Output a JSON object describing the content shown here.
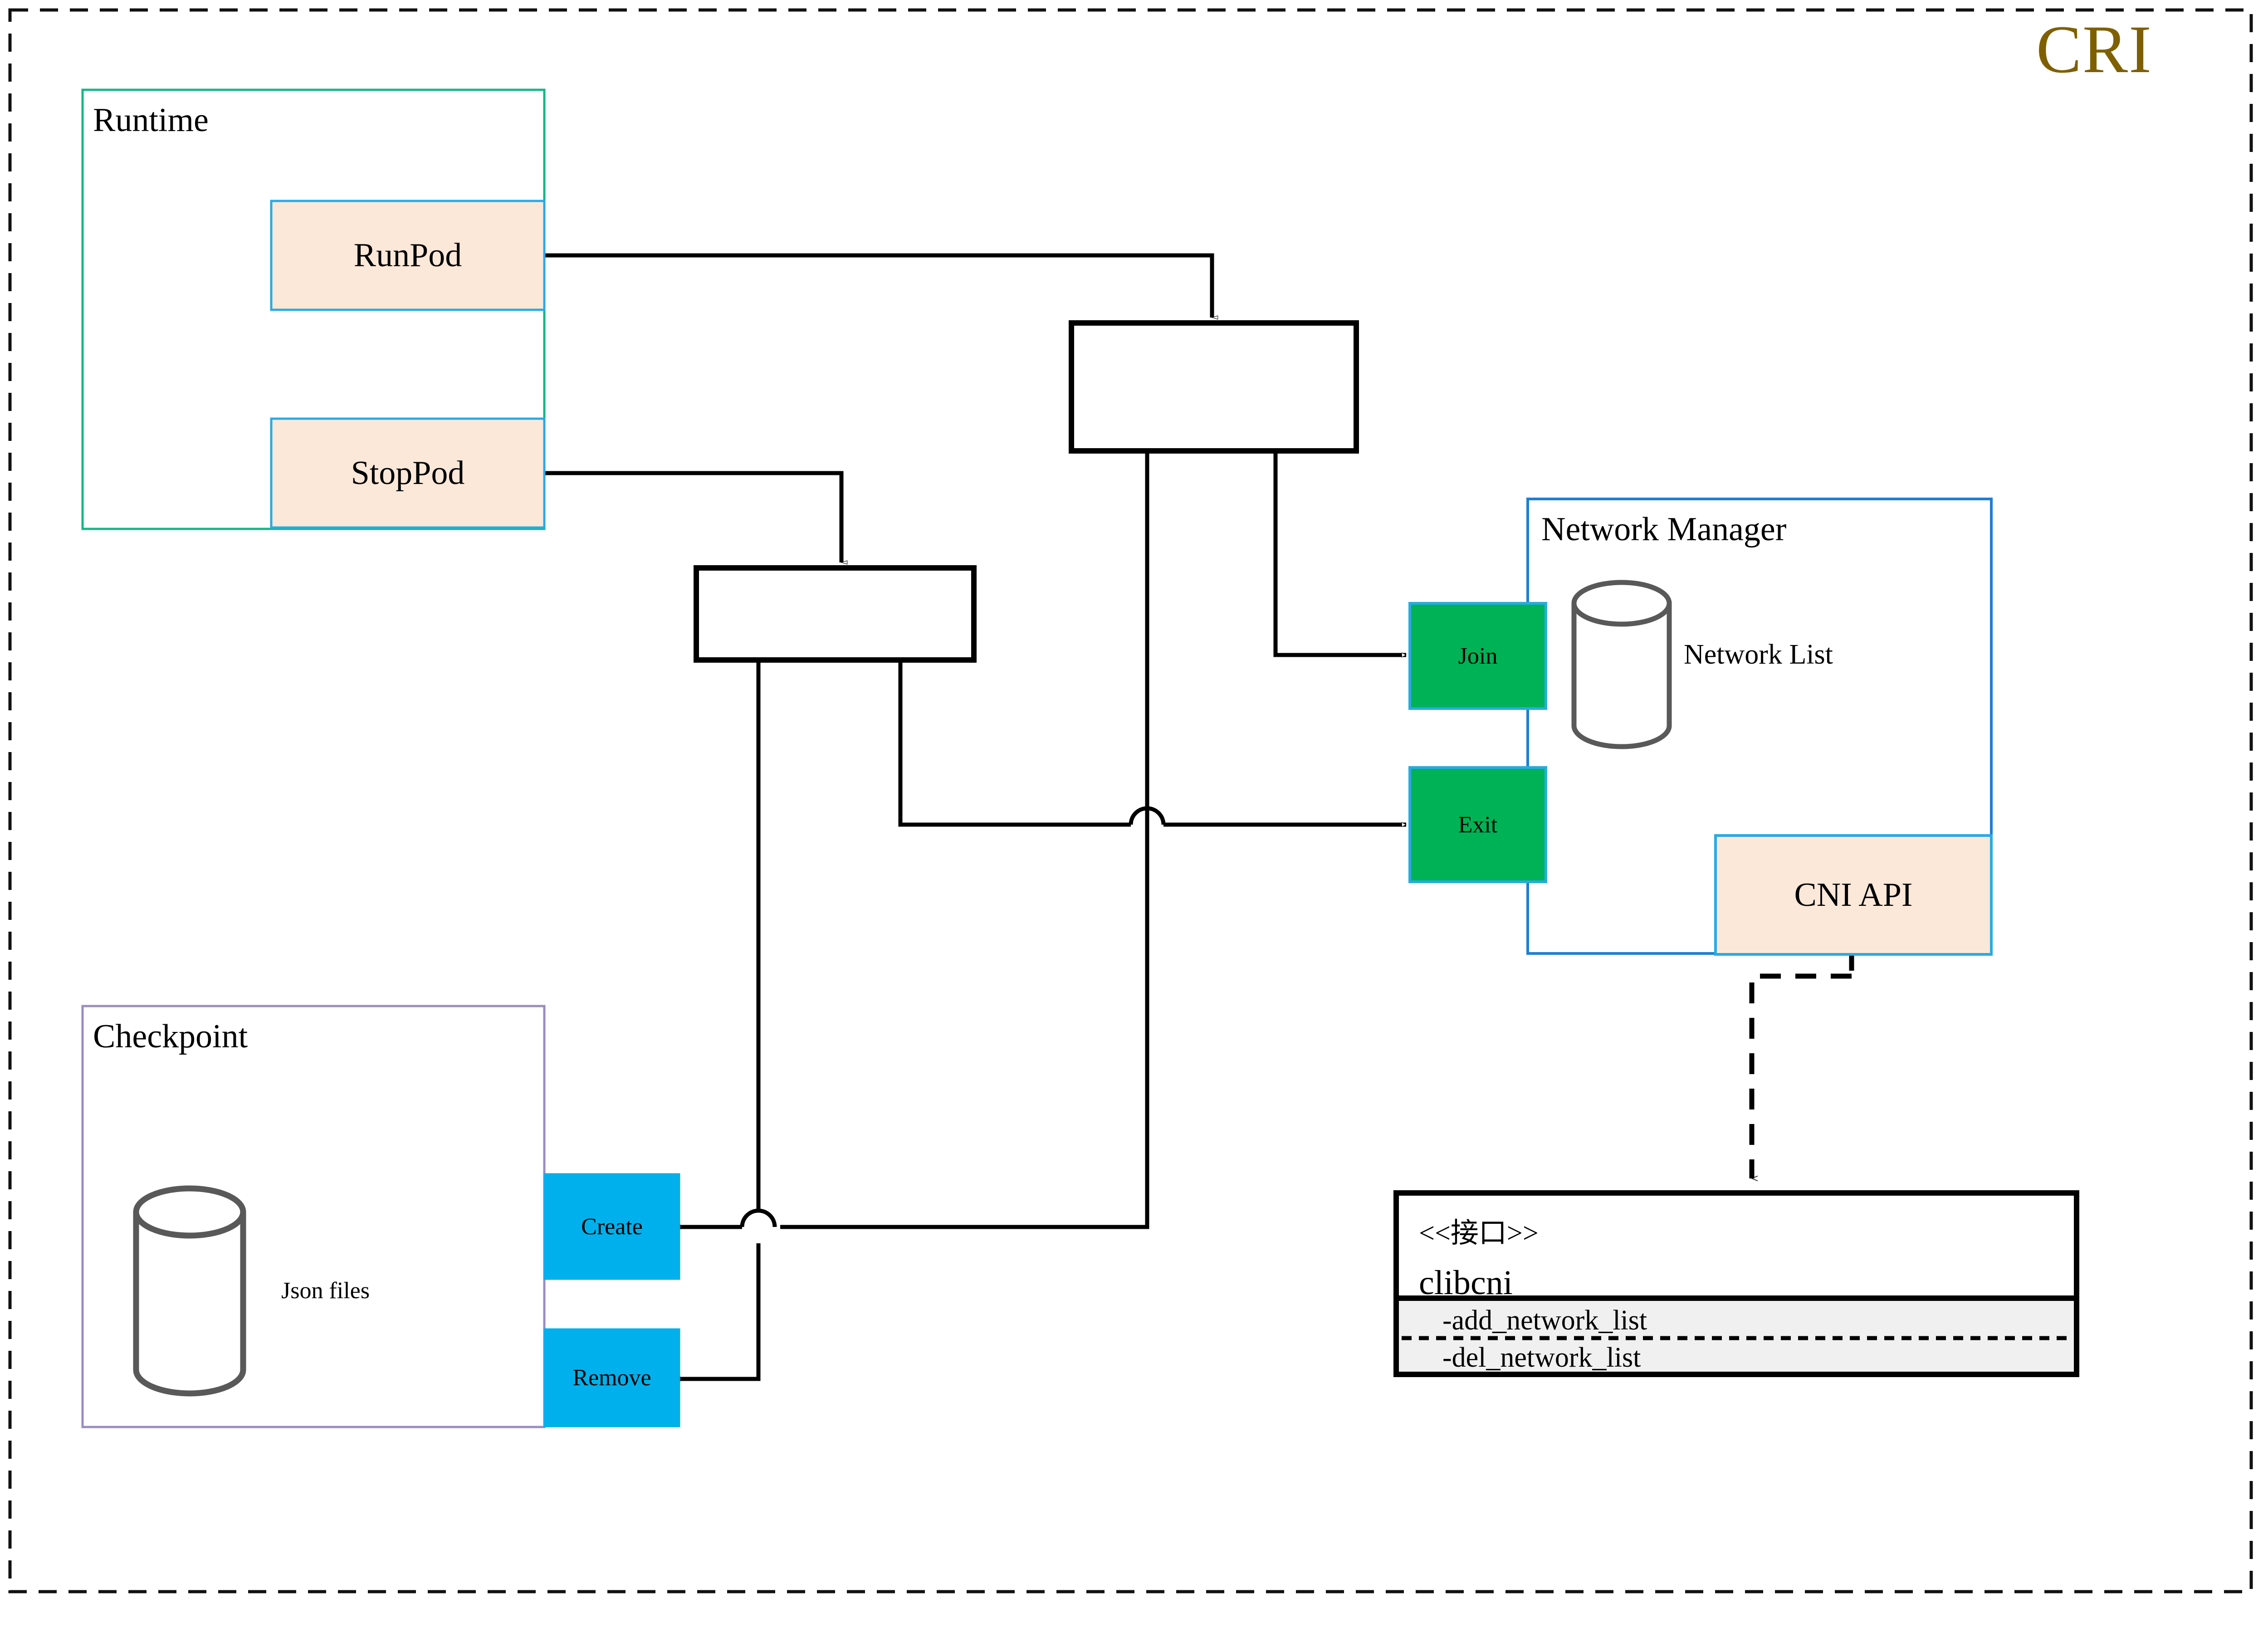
{
  "diagram": {
    "title": "CRI",
    "title_color": "#7f6000",
    "outer_border_style": "dashed",
    "background": "#ffffff"
  },
  "packages": [
    {
      "id": "runtime",
      "label": "Runtime",
      "border_color": "#12b886",
      "fill": "#ffffff"
    },
    {
      "id": "checkpoint",
      "label": "Checkpoint",
      "border_color": "#9b8cc0",
      "fill": "#ffffff"
    },
    {
      "id": "network-manager",
      "label": "Network Manager",
      "border_color": "#1f7fd4",
      "fill": "#ffffff"
    }
  ],
  "nodes": [
    {
      "id": "runpod",
      "label": "RunPod",
      "fill": "#fce8d9",
      "border_color": "#29abe2"
    },
    {
      "id": "stoppod",
      "label": "StopPod",
      "fill": "#fce8d9",
      "border_color": "#29abe2"
    },
    {
      "id": "join",
      "label": "Join",
      "fill": "#00b256",
      "border_color": "#29abe2"
    },
    {
      "id": "exit",
      "label": "Exit",
      "fill": "#00b256",
      "border_color": "#29abe2"
    },
    {
      "id": "create",
      "label": "Create",
      "fill": "#00b0ec",
      "border_color": "#00b0ec"
    },
    {
      "id": "remove",
      "label": "Remove",
      "fill": "#00b0ec",
      "border_color": "#00b0ec"
    },
    {
      "id": "cni-api",
      "label": "CNI API",
      "fill": "#fce8d9",
      "border_color": "#29abe2"
    }
  ],
  "datastores": [
    {
      "id": "network-list",
      "label": "Network List",
      "stroke": "#595959"
    },
    {
      "id": "json-files",
      "label": "Json files",
      "stroke": "#595959"
    }
  ],
  "bars": [
    {
      "id": "fork-bar-left",
      "label": ""
    },
    {
      "id": "fork-bar-right",
      "label": ""
    }
  ],
  "interface": {
    "id": "clibcni",
    "stereotype": "<<接口>>",
    "name": "clibcni",
    "compartment_fill": "#f0f0f0",
    "operations": [
      "-add_network_list",
      "-del_network_list"
    ]
  }
}
